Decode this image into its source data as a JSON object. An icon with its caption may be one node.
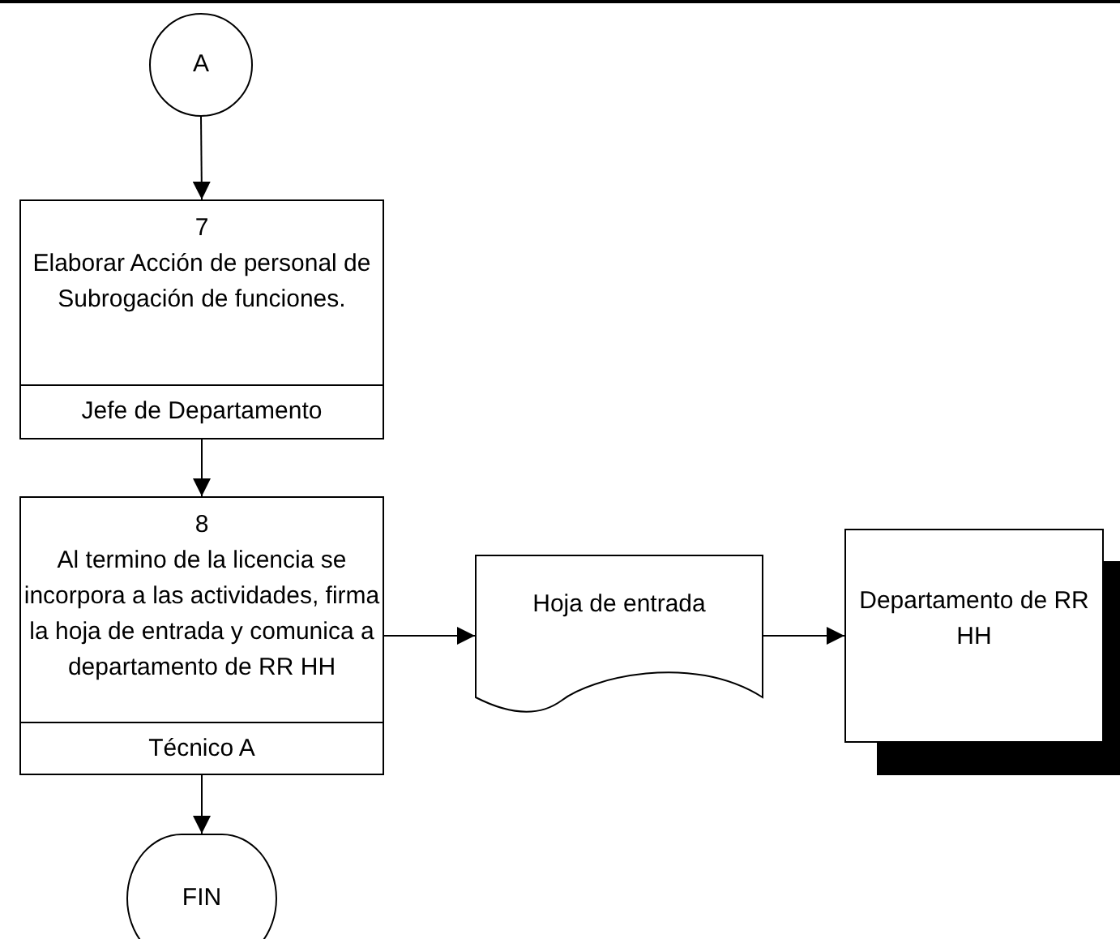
{
  "diagram": {
    "nodes": [
      {
        "text": [
          "A"
        ]
      },
      {
        "text": [
          "7",
          "Elaborar Acción de personal de Subrogación de funciones.",
          "Jefe de Departamento"
        ]
      },
      {
        "text": [
          "8",
          "Al termino de la licencia se incorpora a las actividades, firma la hoja de entrada y comunica a departamento de RR HH",
          "Técnico A"
        ]
      },
      {
        "text": [
          "Hoja de entrada"
        ]
      },
      {
        "text": [
          "Departamento de RR HH"
        ]
      },
      {
        "text": [
          "FIN"
        ]
      }
    ],
    "edges": [
      {
        "from": 0,
        "to": 1,
        "arrow": "to"
      },
      {
        "from": 1,
        "to": 2,
        "arrow": "to"
      },
      {
        "from": 2,
        "to": 5,
        "arrow": "to"
      },
      {
        "from": 2,
        "to": 3,
        "arrow": "to"
      },
      {
        "from": 3,
        "to": 4,
        "arrow": "to"
      }
    ]
  }
}
